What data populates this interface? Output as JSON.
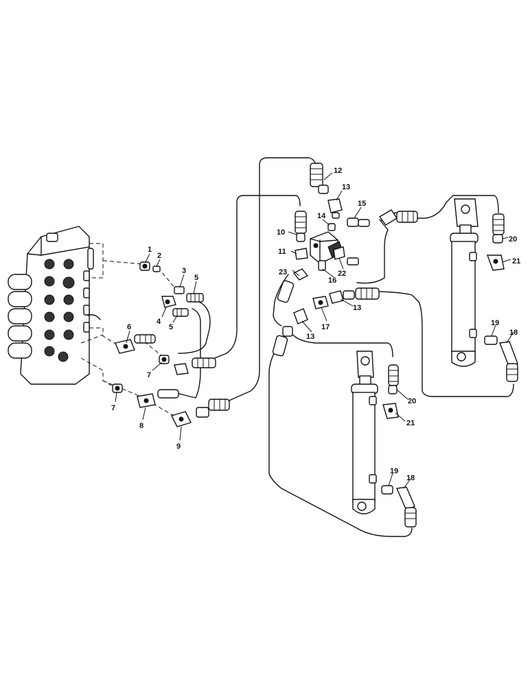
{
  "callouts": {
    "c1": "1",
    "c2": "2",
    "c3": "3",
    "c4": "4",
    "c5a": "5",
    "c5b": "5",
    "c6": "6",
    "c7a": "7",
    "c7b": "7",
    "c8": "8",
    "c9": "9",
    "c10": "10",
    "c11": "11",
    "c12": "12",
    "c13a": "13",
    "c13b": "13",
    "c13c": "13",
    "c14": "14",
    "c15": "15",
    "c16": "16",
    "c17": "17",
    "c18a": "18",
    "c18b": "18",
    "c19a": "19",
    "c19b": "19",
    "c20a": "20",
    "c20b": "20",
    "c21a": "21",
    "c21b": "21",
    "c22": "22",
    "c23": "23"
  },
  "colors": {
    "ink": "#111111",
    "paper": "#ffffff"
  }
}
